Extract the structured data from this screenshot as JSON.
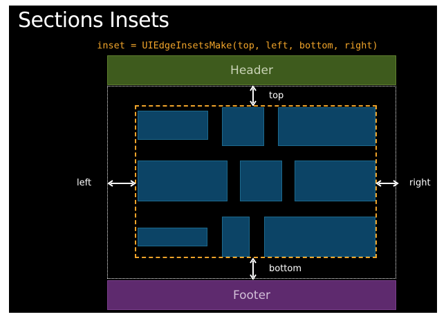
{
  "title": "Sections Insets",
  "code_line": "inset = UIEdgeInsetsMake(top, left, bottom, right)",
  "header_label": "Header",
  "footer_label": "Footer",
  "labels": {
    "top": "top",
    "left": "left",
    "bottom": "bottom",
    "right": "right"
  },
  "colors": {
    "slide_background": "#000000",
    "title": "#ffffff",
    "code": "#f2a52a",
    "header_fill": "#3e5b1d",
    "header_border": "#5f7f2f",
    "header_text": "#c9d3b6",
    "footer_fill": "#5e2a6e",
    "footer_border": "#7a3f8c",
    "footer_text": "#d2bfd8",
    "section_border": "#ffffff",
    "inset_border": "#f2a52a",
    "cell_fill": "#0c4466",
    "cell_border": "#1d6a8e",
    "arrow": "#ffffff"
  }
}
